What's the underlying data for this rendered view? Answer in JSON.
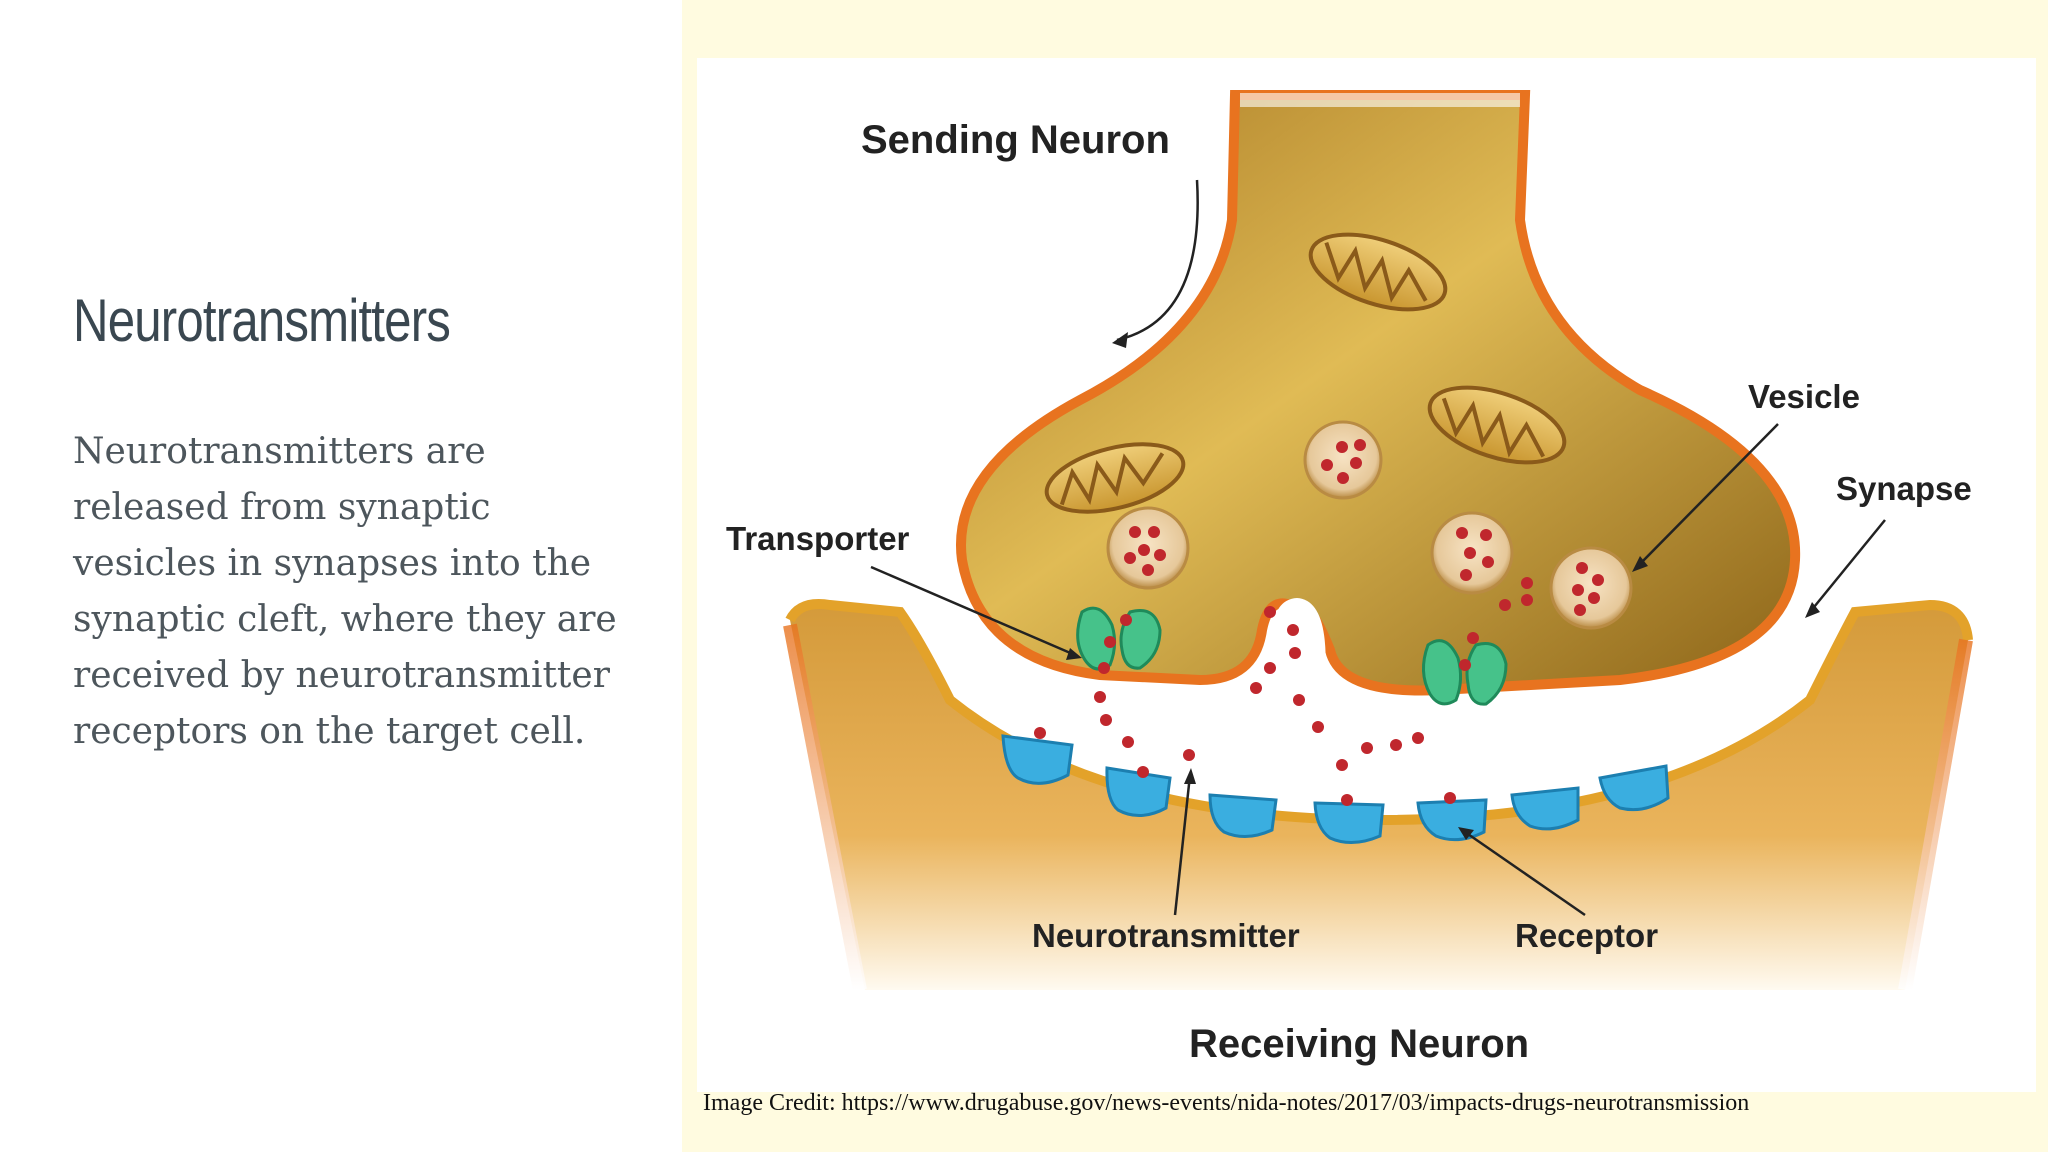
{
  "slide": {
    "title": "Neurotransmitters",
    "body": "Neurotransmitters are released from synaptic vesicles in synapses into the synaptic cleft, where they are received by neurotransmitter receptors on the target cell."
  },
  "diagram": {
    "labels": {
      "sending_neuron": "Sending Neuron",
      "vesicle": "Vesicle",
      "synapse": "Synapse",
      "transporter": "Transporter",
      "neurotransmitter": "Neurotransmitter",
      "receptor": "Receptor",
      "receiving_neuron": "Receiving Neuron"
    },
    "credit": "Image Credit: https://www.drugabuse.gov/news-events/nida-notes/2017/03/impacts-drugs-neurotransmission"
  },
  "colors": {
    "neuron_gold": "#d6a640",
    "neuron_edge": "#e8731f",
    "mitochondria": "#8a5a1a",
    "dot_red": "#c0272d",
    "receptor_blue": "#3aaee0",
    "transporter_green": "#46c28a",
    "right_panel_bg": "#fffbe0",
    "title_text": "#3a4750",
    "body_text": "#4d565c"
  }
}
